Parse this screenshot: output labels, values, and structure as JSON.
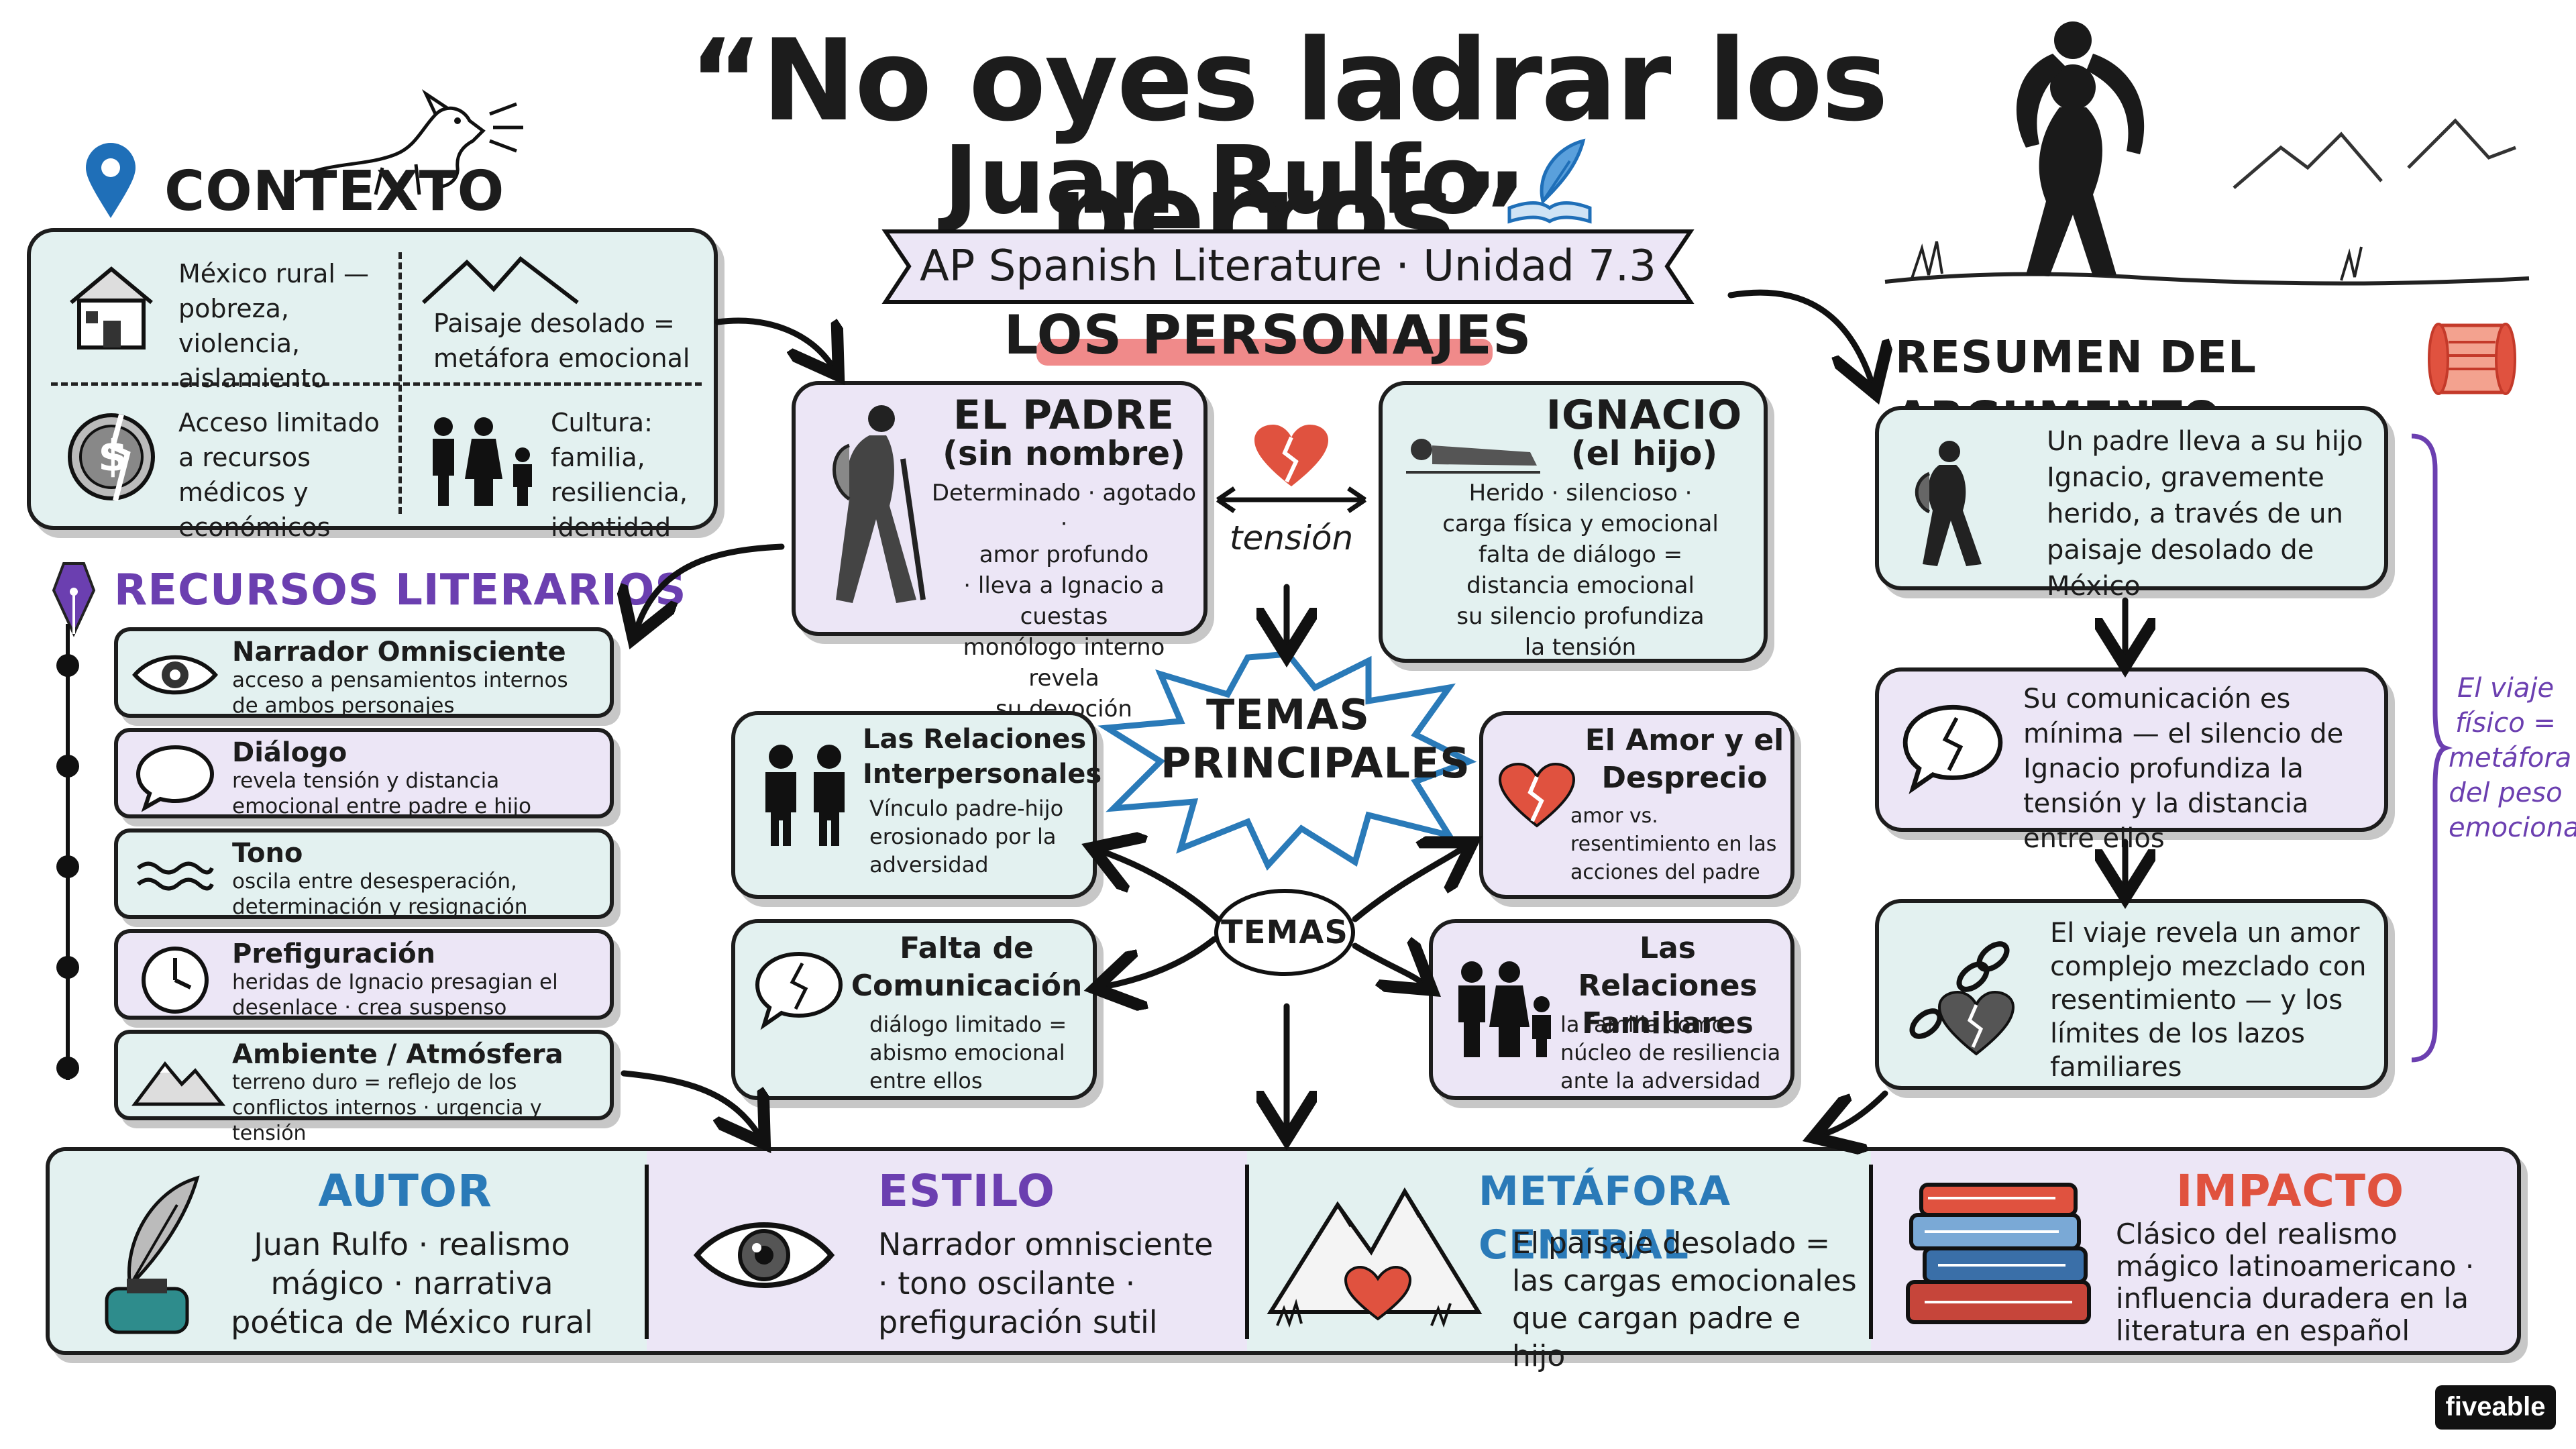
{
  "title": "“No oyes ladrar los perros”",
  "author": "Juan Rulfo",
  "course_banner": "AP Spanish Literature · Unidad 7.3",
  "contexto": {
    "heading": "CONTEXTO",
    "cells": [
      {
        "text": "México rural — pobreza, violencia, aislamiento",
        "icon": "house-icon"
      },
      {
        "text": "Paisaje desolado = metáfora emocional",
        "icon": "mountains-icon"
      },
      {
        "text": "Acceso limitado a recursos médicos y económicos",
        "icon": "broken-coin-icon"
      },
      {
        "text": "Cultura: familia, resiliencia, identidad",
        "icon": "family-icon"
      }
    ]
  },
  "personajes": {
    "heading": "LOS PERSONAJES",
    "padre": {
      "name": "EL PADRE",
      "sub": "(sin nombre)",
      "lines": [
        "Determinado · agotado ·",
        "amor profundo",
        "· lleva a Ignacio a cuestas",
        "monólogo interno revela",
        "su devoción"
      ]
    },
    "ignacio": {
      "name": "IGNACIO",
      "sub": "(el hijo)",
      "lines": [
        "Herido · silencioso ·",
        "carga física y emocional",
        "falta de diálogo =",
        "distancia emocional",
        "su silencio profundiza",
        "la tensión"
      ]
    },
    "tension_label": "tensión"
  },
  "recursos": {
    "heading": "RECURSOS LITERARIOS",
    "items": [
      {
        "title": "Narrador Omnisciente",
        "desc": "acceso a pensamientos internos de ambos personajes",
        "icon": "eye-icon"
      },
      {
        "title": "Diálogo",
        "desc": "revela tensión y distancia emocional entre padre e hijo",
        "icon": "speech-bubble-icon"
      },
      {
        "title": "Tono",
        "desc": "oscila entre desesperación, determinación y resignación",
        "icon": "waves-icon"
      },
      {
        "title": "Prefiguración",
        "desc": "heridas de Ignacio presagian el desenlace · crea suspenso",
        "icon": "clock-icon"
      },
      {
        "title": "Ambiente / Atmósfera",
        "desc": "terreno duro = reflejo de los conflictos internos · urgencia y tensión",
        "icon": "mountain-icon"
      }
    ]
  },
  "temas": {
    "burst": "TEMAS PRINCIPALES",
    "hub": "TEMAS",
    "items": [
      {
        "title": "Las Relaciones Interpersonales",
        "desc": "Vínculo padre-hijo erosionado por la adversidad"
      },
      {
        "title": "El Amor y el Desprecio",
        "desc": "amor vs. resentimiento en las acciones del padre"
      },
      {
        "title": "Falta de Comunicación",
        "desc": "diálogo limitado = abismo emocional entre ellos"
      },
      {
        "title": "Las Relaciones Familiares",
        "desc": "la familia como núcleo de resiliencia ante la adversidad"
      }
    ]
  },
  "resumen": {
    "heading": "RESUMEN DEL ARGUMENTO",
    "steps": [
      "Un padre lleva a su hijo Ignacio, gravemente herido, a través de un paisaje desolado de México",
      "Su comunicación es mínima — el silencio de Ignacio profundiza la tensión y la distancia entre ellos",
      "El viaje revela un amor complejo mezclado con resentimiento — y los límites de los lazos familiares"
    ],
    "side_note": "El viaje físico = metáfora del peso emocional"
  },
  "bottom": [
    {
      "heading": "AUTOR",
      "text": "Juan Rulfo · realismo mágico · narrativa poética de México rural",
      "color": "#2a7ab8"
    },
    {
      "heading": "ESTILO",
      "text": "Narrador omnisciente · tono oscilante · prefiguración sutil",
      "color": "#6b3fb0"
    },
    {
      "heading": "METÁFORA CENTRAL",
      "text": "El paisaje desolado = las cargas emocionales que cargan padre e hijo",
      "color": "#2a7ab8"
    },
    {
      "heading": "IMPACTO",
      "text": "Clásico del realismo mágico latinoamericano · influencia duradera en la literatura en español",
      "color": "#e0523f"
    }
  ],
  "brand": "fiveable",
  "colors": {
    "teal": "#e3f1f0",
    "lavender": "#ece6f6",
    "purple": "#6b3fb0",
    "blue": "#1f6fb8",
    "red": "#e0523f"
  }
}
